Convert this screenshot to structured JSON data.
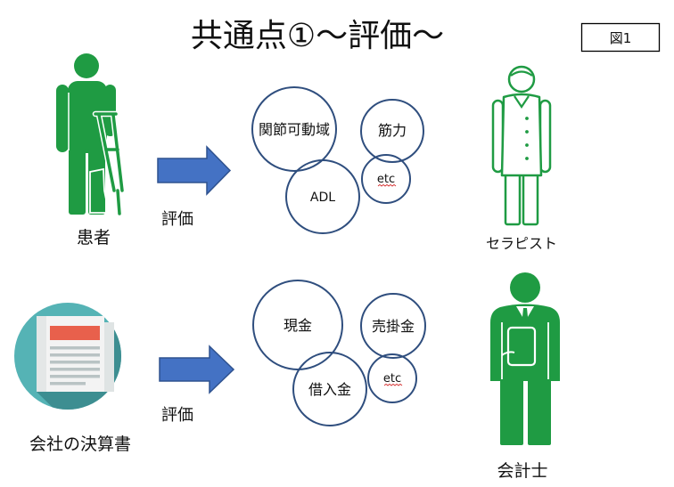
{
  "title": "共通点①～評価～",
  "figure_label": "図1",
  "rows": [
    {
      "subject": {
        "label": "患者",
        "icon": "patient-with-crutch-icon"
      },
      "arrow_label": "評価",
      "items": [
        "関節可動域",
        "筋力",
        "ADL",
        "etc"
      ],
      "evaluator": {
        "label": "セラピスト",
        "icon": "therapist-icon"
      }
    },
    {
      "subject": {
        "label": "会社の決算書",
        "icon": "newspaper-icon"
      },
      "arrow_label": "評価",
      "items": [
        "現金",
        "売掛金",
        "借入金",
        "etc"
      ],
      "evaluator": {
        "label": "会計士",
        "icon": "accountant-icon"
      }
    }
  ],
  "colors": {
    "figure_green": "#1f9b43",
    "arrow_fill": "#4472c4",
    "arrow_stroke": "#2f528f",
    "circle_stroke": "#2f4e7e",
    "badge_teal": "#55b3b5",
    "badge_shadow": "#3d8e91",
    "newspaper_header_red": "#e8604c"
  }
}
